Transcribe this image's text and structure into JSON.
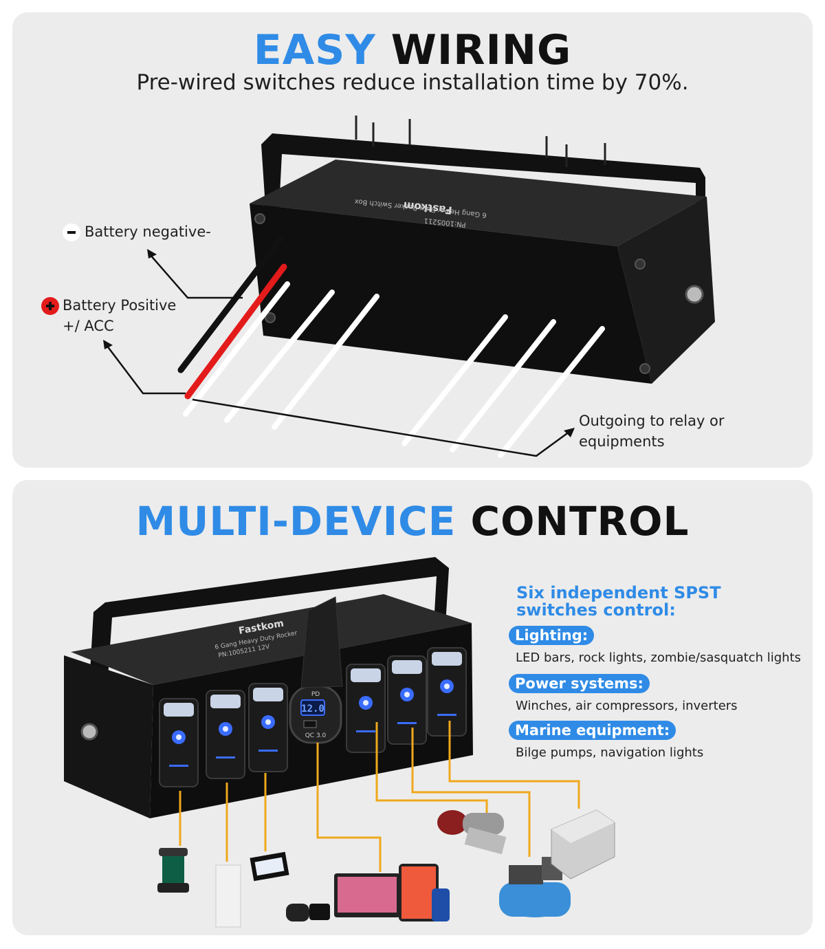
{
  "panel1": {
    "headline_accent": "EASY",
    "headline_rest": "WIRING",
    "subtitle": "Pre-wired switches reduce installation time by 70%.",
    "labels": {
      "negative": "Battery negative-",
      "positive_line1": "Battery Positive",
      "positive_line2": "+/ ACC",
      "outgoing_line1": "Outgoing to relay or",
      "outgoing_line2": "equipments"
    },
    "box_print": {
      "brand": "Fastkom",
      "line1": "6 Gang Heavy Duty Rocker Switch Box",
      "line2": "PN:1005211"
    }
  },
  "panel2": {
    "headline_accent": "MULTI-DEVICE",
    "headline_rest": "CONTROL",
    "intro": "Six independent SPST switches control:",
    "categories": [
      {
        "title": "Lighting:",
        "desc": "LED bars, rock lights, zombie/sasquatch lights"
      },
      {
        "title": "Power systems:",
        "desc": "Winches, air compressors, inverters"
      },
      {
        "title": "Marine equipment:",
        "desc": "Bilge pumps, navigation lights"
      }
    ],
    "box_print": {
      "brand": "Fastkom",
      "line1": "6 Gang Heavy Duty Rocker",
      "line2": "PN:1005211 12V"
    },
    "usb": {
      "pd_label": "PD",
      "voltage": "12.0",
      "qc_label": "QC 3.0"
    }
  },
  "colors": {
    "accent": "#2f8be6",
    "panel_bg": "#ececec",
    "wire_orange": "#f0a81c",
    "switch_glow": "#3a6cff",
    "wire_red": "#e31b1b"
  }
}
